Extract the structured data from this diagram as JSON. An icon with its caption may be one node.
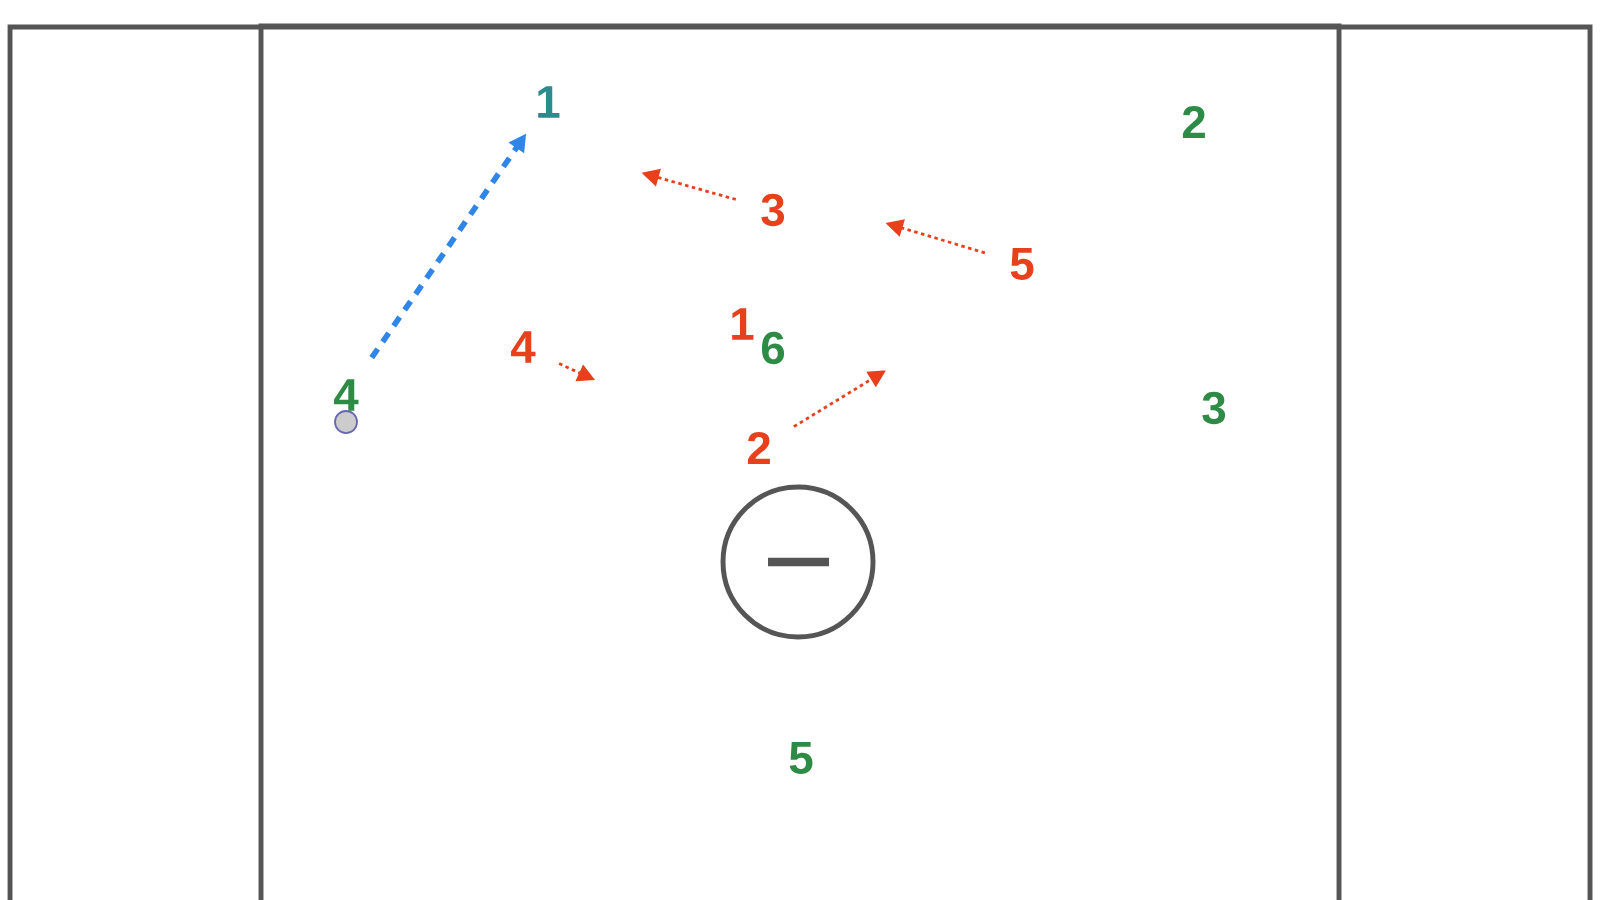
{
  "diagram": {
    "nodes": [
      {
        "text": [
          "1"
        ]
      },
      {
        "text": [
          "2"
        ]
      },
      {
        "text": [
          "3"
        ]
      },
      {
        "text": [
          "5"
        ]
      },
      {
        "text": [
          "1"
        ]
      },
      {
        "text": [
          "6"
        ]
      },
      {
        "text": [
          "4"
        ]
      },
      {
        "text": [
          "4"
        ]
      },
      {
        "text": [
          "3"
        ]
      },
      {
        "text": [
          "2"
        ]
      },
      {
        "text": [
          "5"
        ]
      }
    ],
    "edges": [
      {
        "from": 7,
        "to": 0,
        "arrow": "to",
        "style": "dashed",
        "color": "#2f86e8"
      },
      {
        "from": 2,
        "to": null,
        "arrow": "to",
        "style": "dashed",
        "color": "#e8401c"
      },
      {
        "from": 3,
        "to": null,
        "arrow": "to",
        "style": "dashed",
        "color": "#e8401c"
      },
      {
        "from": 6,
        "to": null,
        "arrow": "to",
        "style": "dashed",
        "color": "#e8401c"
      },
      {
        "from": 9,
        "to": null,
        "arrow": "to",
        "style": "dashed",
        "color": "#e8401c"
      }
    ]
  }
}
